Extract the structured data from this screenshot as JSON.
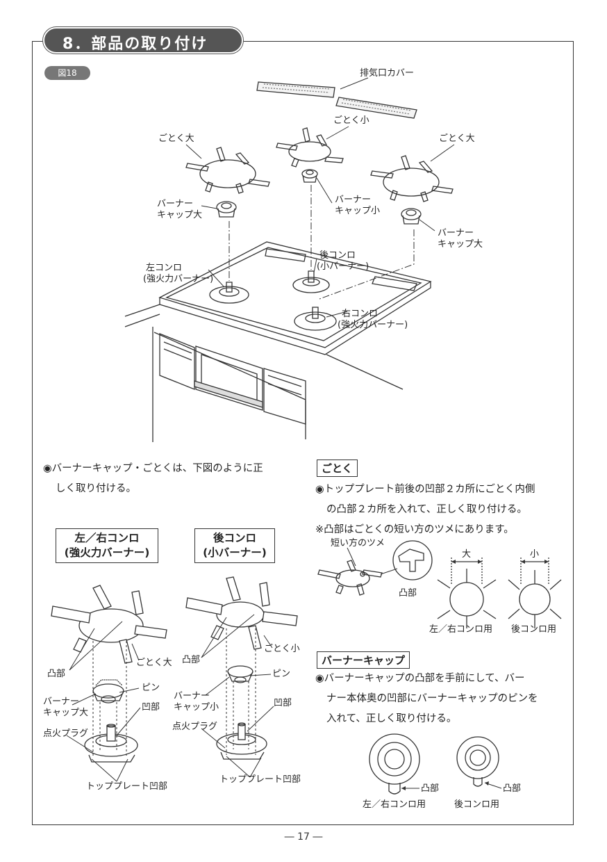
{
  "section": {
    "title": "8．部品の取り付け"
  },
  "figure": {
    "tag": "図18"
  },
  "top_diagram": {
    "exhaust_cover": "排気口カバー",
    "trivet_small": "ごとく小",
    "trivet_large_left": "ごとく大",
    "trivet_large_right": "ごとく大",
    "cap_large_left": [
      "バーナー",
      "キャップ大"
    ],
    "cap_small": [
      "バーナー",
      "キャップ小"
    ],
    "cap_large_right": [
      "バーナー",
      "キャップ大"
    ],
    "left_burner": [
      "左コンロ",
      "(強火力バーナー)"
    ],
    "rear_burner": [
      "後コンロ",
      "(小バーナー)"
    ],
    "right_burner": [
      "右コンロ",
      "(強火力バーナー)"
    ]
  },
  "instructions": {
    "general": [
      "◉バーナーキャップ・ごとくは、下図のように正",
      "しく取り付ける。"
    ],
    "trivet_heading": "ごとく",
    "trivet_text": [
      "◉トッププレート前後の凹部２カ所にごとく内側",
      "の凸部２カ所を入れて、正しく取り付ける。",
      "※凸部はごとくの短い方のツメにあります。"
    ],
    "cap_heading": "バーナーキャップ",
    "cap_text": [
      "◉バーナーキャップの凸部を手前にして、バー",
      "ナー本体奥の凹部にバーナーキャップのピンを",
      "入れて、正しく取り付ける。"
    ]
  },
  "left_detail": {
    "heading": [
      "左／右コンロ",
      "(強火力バーナー)"
    ],
    "projection": "凸部",
    "trivet": "ごとく大",
    "pin": "ピン",
    "cap": [
      "バーナー",
      "キャップ大"
    ],
    "recess": "凹部",
    "ignition": "点火プラグ",
    "top_recess": "トッププレート凹部"
  },
  "right_detail": {
    "heading": [
      "後コンロ",
      "(小バーナー)"
    ],
    "projection": "凸部",
    "trivet": "ごとく小",
    "pin": "ピン",
    "cap": [
      "バーナー",
      "キャップ小"
    ],
    "recess": "凹部",
    "ignition": "点火プラグ",
    "top_recess": "トッププレート凹部"
  },
  "trivet_detail": {
    "short_claw": "短い方のツメ",
    "projection": "凸部",
    "large": "大",
    "small": "小",
    "left_right_use": "左／右コンロ用",
    "rear_use": "後コンロ用"
  },
  "cap_detail": {
    "projection_a": "凸部",
    "projection_b": "凸部",
    "left_right_use": "左／右コンロ用",
    "rear_use": "後コンロ用"
  },
  "page": {
    "number": "― 17 ―"
  }
}
